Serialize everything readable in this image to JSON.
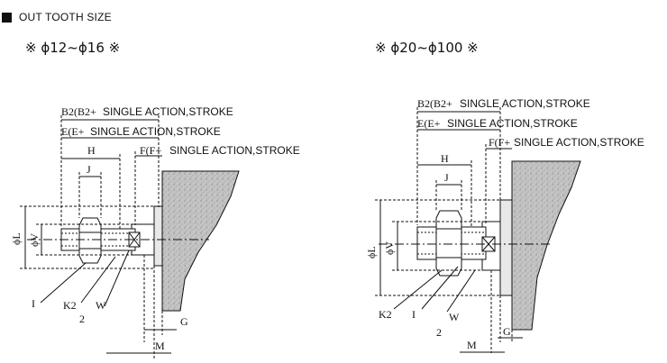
{
  "header": {
    "title": "OUT TOOTH SIZE"
  },
  "left": {
    "subtitle": "※ ϕ12~ϕ16 ※",
    "labels": {
      "b2": "B2(B2+",
      "b2_suffix": "SINGLE ACTION,STROKE",
      "e": "E(E+",
      "e_suffix": "SINGLE ACTION,STROKE",
      "f": "F(F+",
      "f_suffix": "SINGLE ACTION,STROKE",
      "h": "H",
      "j": "J",
      "phi_l": "ϕL",
      "phi_v": "ϕV",
      "i": "I",
      "k2": "K2",
      "w": "W",
      "two": "2",
      "g": "G",
      "m": "M"
    }
  },
  "right": {
    "subtitle": "※ ϕ20~ϕ100 ※",
    "labels": {
      "b2": "B2(B2+",
      "b2_suffix": "SINGLE ACTION,STROKE",
      "e": "E(E+",
      "e_suffix": "SINGLE ACTION,STROKE",
      "f": "F(F+",
      "f_suffix": "SINGLE ACTION,STROKE",
      "h": "H",
      "j": "J",
      "phi_l": "ϕL",
      "phi_v": "ϕV",
      "k2": "K2",
      "i": "I",
      "w": "W",
      "two": "2",
      "g": "G",
      "m": "M"
    }
  },
  "colors": {
    "line": "#111111",
    "hatch": "#b9b9b9"
  }
}
